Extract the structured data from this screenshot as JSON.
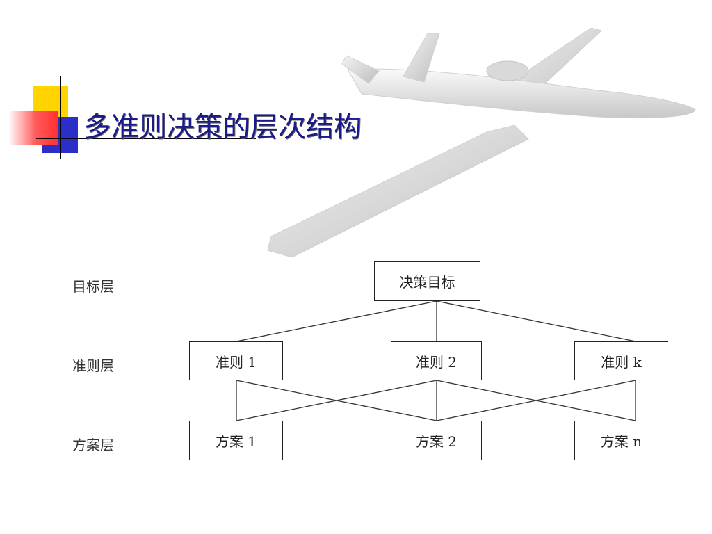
{
  "slide": {
    "title": "多准则决策的层次结构"
  },
  "hierarchy": {
    "levels": [
      {
        "label": "目标层"
      },
      {
        "label": "准则层"
      },
      {
        "label": "方案层"
      }
    ],
    "goal": {
      "label": "决策目标"
    },
    "criteria": [
      {
        "label": "准则 1"
      },
      {
        "label": "准则 2"
      },
      {
        "label": "准则 k"
      }
    ],
    "alternatives": [
      {
        "label": "方案 1"
      },
      {
        "label": "方案 2"
      },
      {
        "label": "方案 n"
      }
    ]
  },
  "colors": {
    "title": "#1a1a8a",
    "accent_yellow": "#ffd400",
    "accent_blue": "#2b2fc8",
    "accent_red": "#ff3030"
  }
}
